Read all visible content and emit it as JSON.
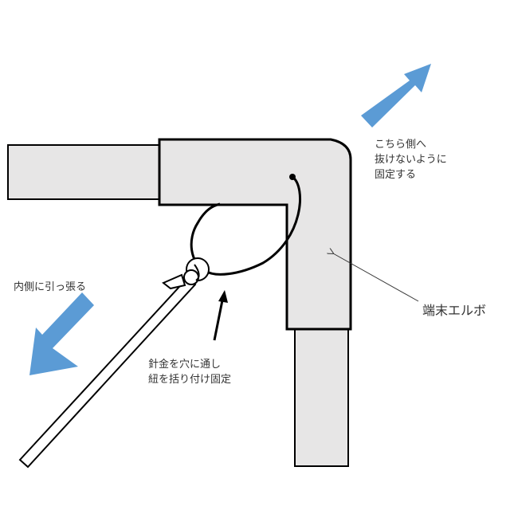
{
  "labels": {
    "top_right_line1": "こちら側へ",
    "top_right_line2": "抜けないように",
    "top_right_line3": "固定する",
    "elbow": "端末エルボ",
    "pull_inward": "内側に引っ張る",
    "wire_line1": "針金を穴に通し",
    "wire_line2": "紐を括り付け固定"
  },
  "colors": {
    "pipe_fill": "#e7e6e6",
    "arrow_blue": "#5b9bd5",
    "outline": "#000000"
  }
}
